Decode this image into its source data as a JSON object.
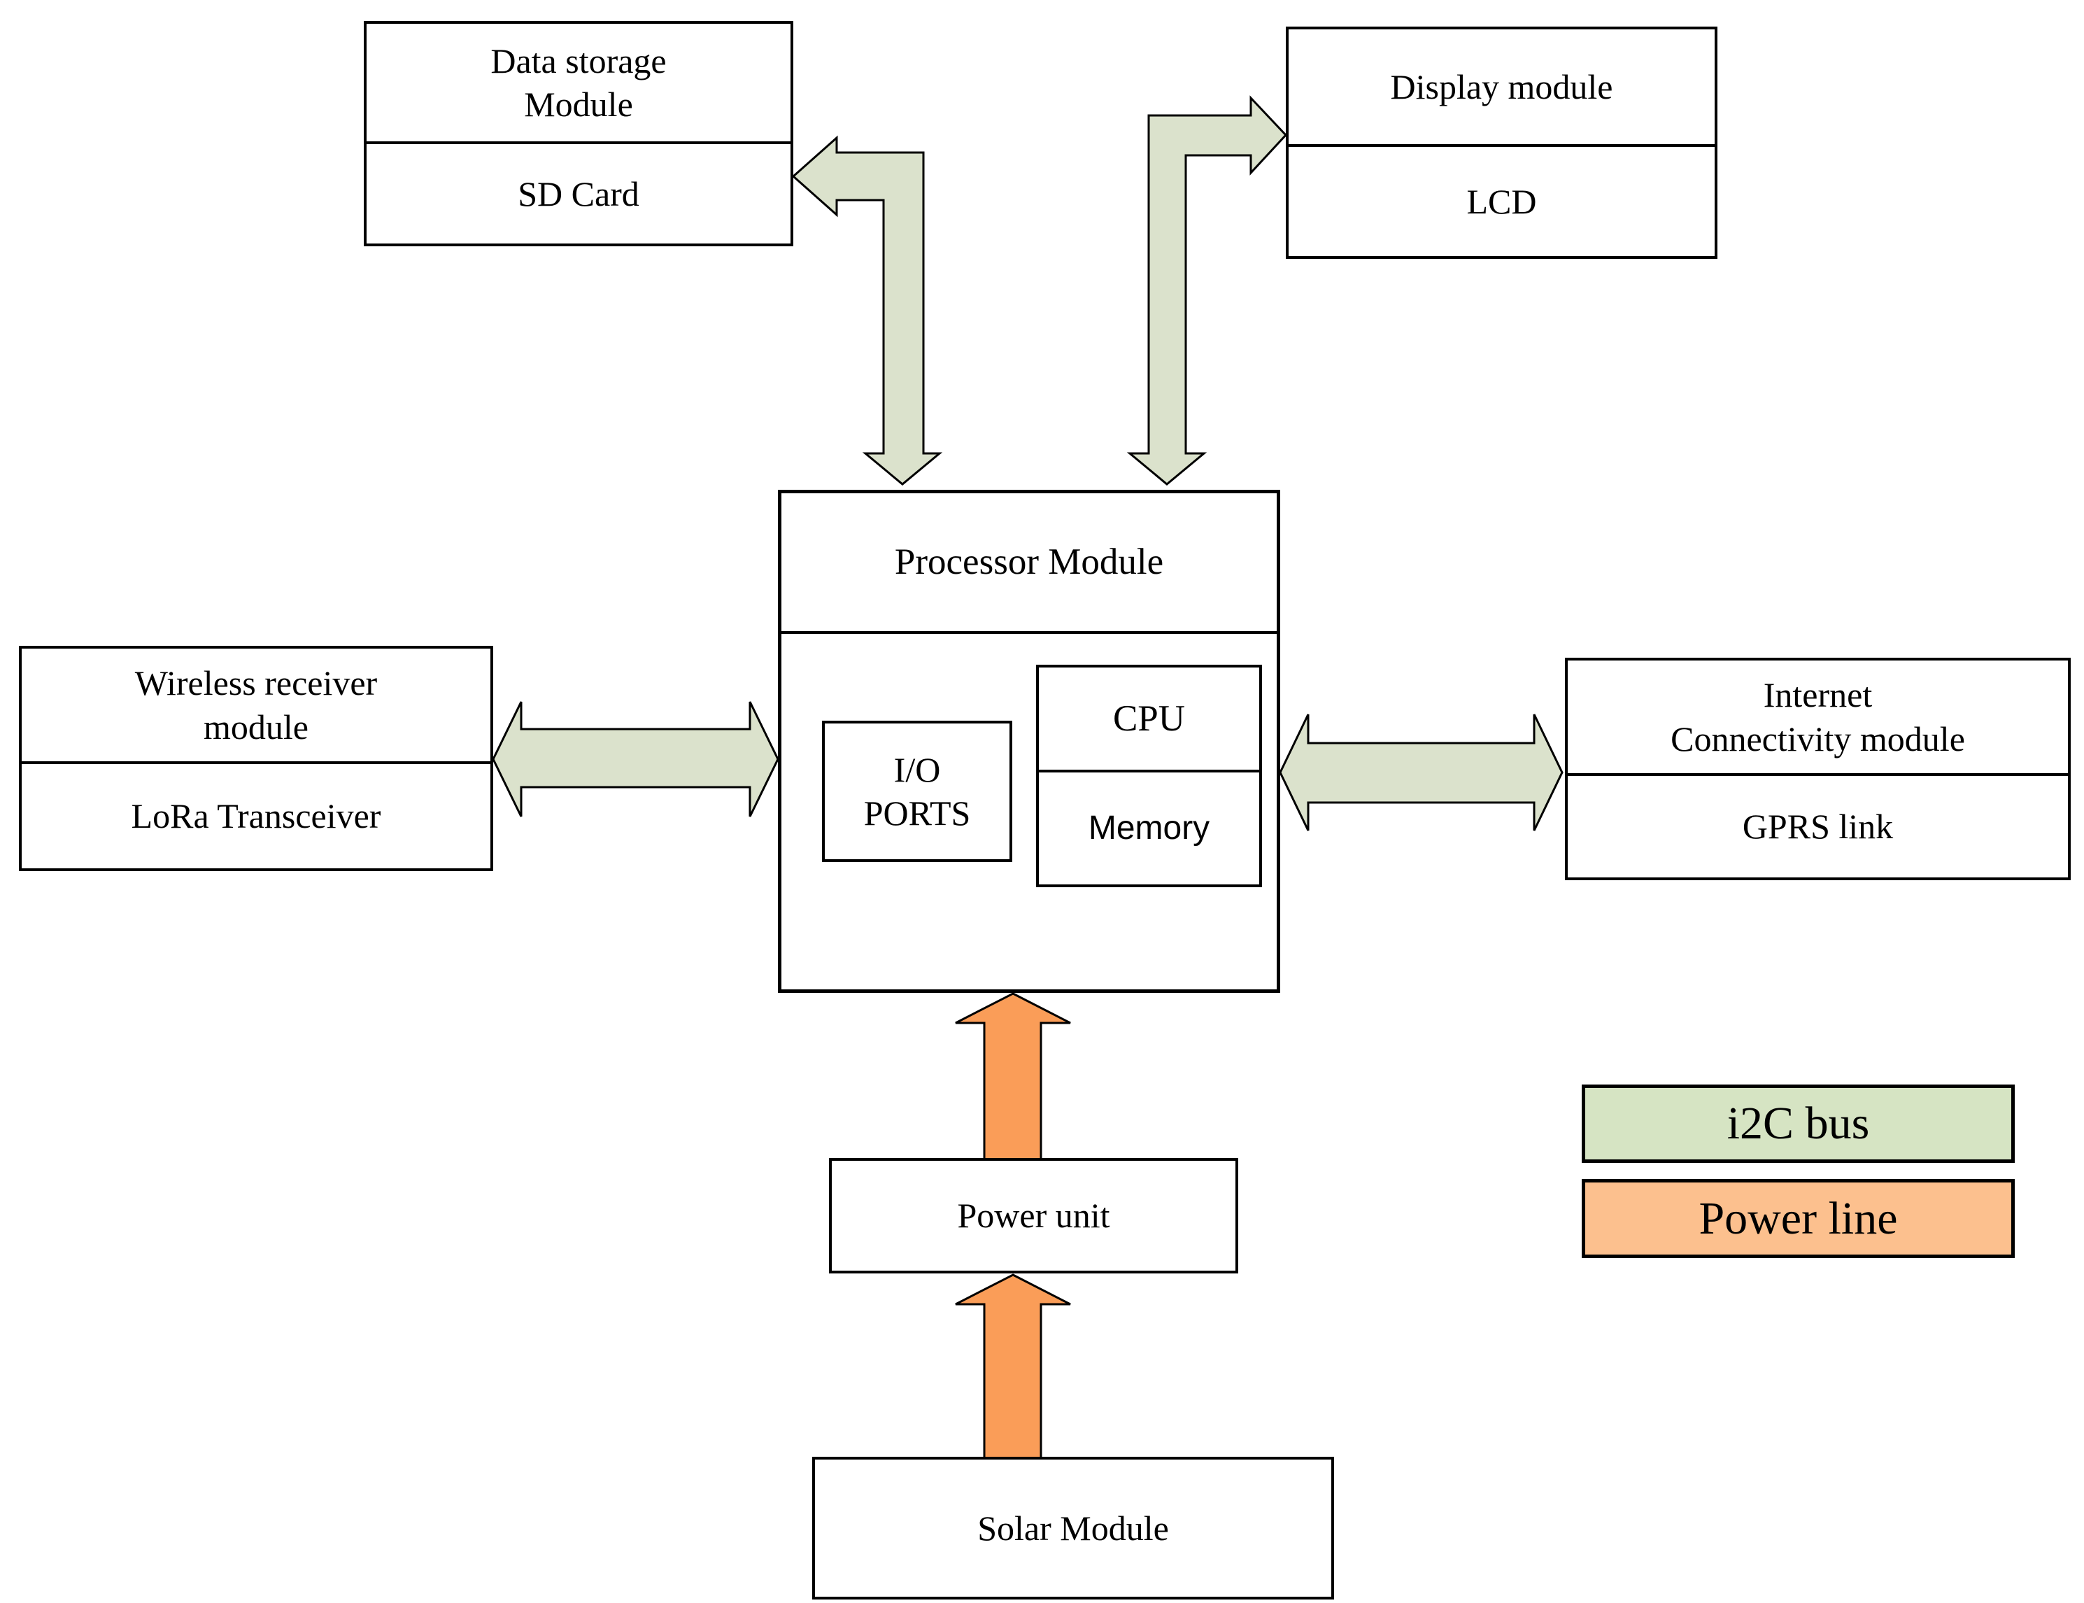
{
  "diagram": {
    "colors": {
      "i2c_arrow": "#dbe2cc",
      "power_arrow": "#fa9d58",
      "legend_i2c": "#d6e4c3",
      "legend_power": "#fcc08e",
      "outline": "#000000",
      "background": "#ffffff"
    },
    "nodes": {
      "data_storage": {
        "name_lines": [
          "Data storage",
          "Module"
        ],
        "component": "SD Card"
      },
      "display": {
        "name_lines": [
          "Display module"
        ],
        "component": "LCD"
      },
      "wireless": {
        "name_lines": [
          "Wireless receiver",
          "module"
        ],
        "component": "LoRa Transceiver"
      },
      "internet": {
        "name_lines": [
          "Internet",
          "Connectivity module"
        ],
        "component": "GPRS link"
      },
      "processor": {
        "title": "Processor Module",
        "io_lines": [
          "I/O",
          "PORTS"
        ],
        "cpu": "CPU",
        "memory": "Memory"
      },
      "power_unit": {
        "label": "Power unit"
      },
      "solar": {
        "label": "Solar Module"
      }
    },
    "legend": {
      "items": [
        {
          "label": "i2C bus",
          "color": "#d6e4c3"
        },
        {
          "label": "Power line",
          "color": "#fcc08e"
        }
      ]
    },
    "arrows": [
      {
        "from": "Processor Module",
        "to": "Data storage Module",
        "type": "i2C bus",
        "direction": "bidirectional"
      },
      {
        "from": "Processor Module",
        "to": "Display module",
        "type": "i2C bus",
        "direction": "bidirectional"
      },
      {
        "from": "Wireless receiver module",
        "to": "Processor Module",
        "type": "i2C bus",
        "direction": "bidirectional"
      },
      {
        "from": "Processor Module",
        "to": "Internet Connectivity module",
        "type": "i2C bus",
        "direction": "bidirectional"
      },
      {
        "from": "Power unit",
        "to": "Processor Module",
        "type": "Power line",
        "direction": "up"
      },
      {
        "from": "Solar Module",
        "to": "Power unit",
        "type": "Power line",
        "direction": "up"
      }
    ]
  }
}
